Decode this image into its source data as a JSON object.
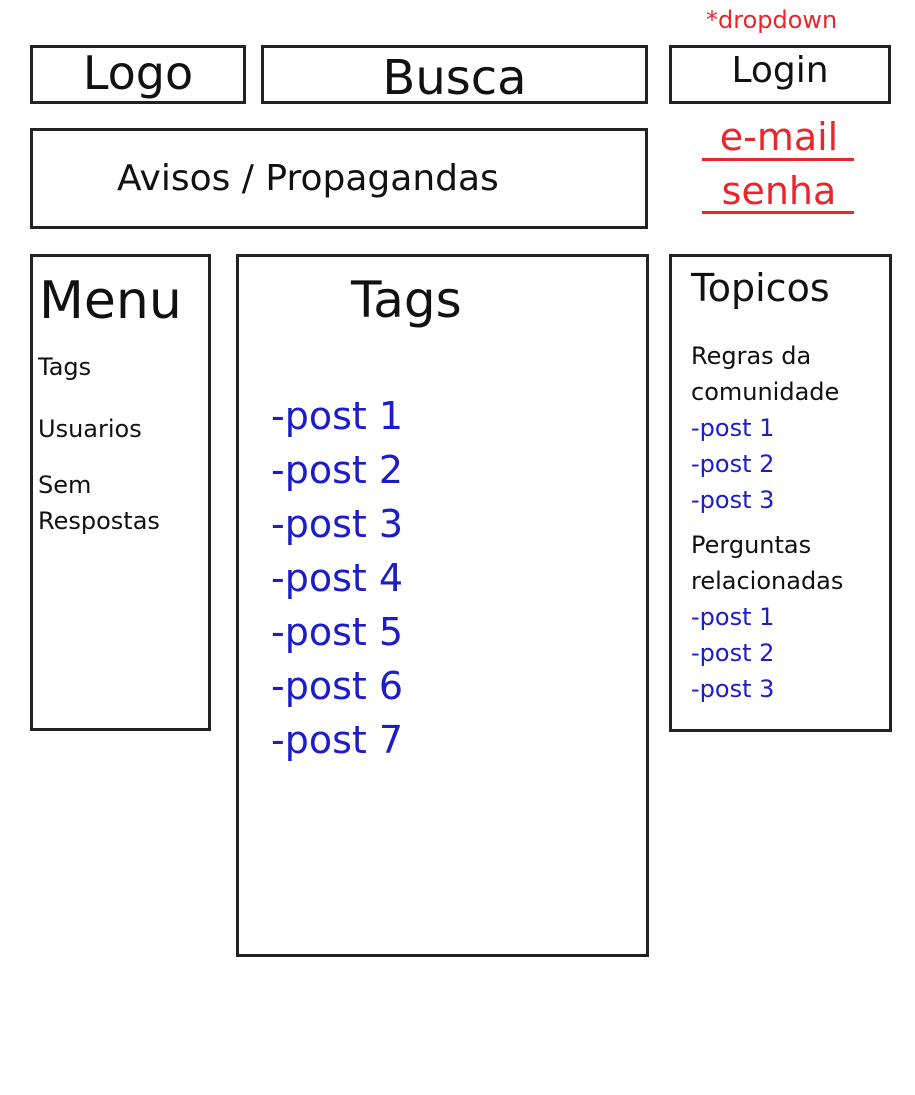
{
  "header": {
    "logo_label": "Logo",
    "search_label": "Busca",
    "login_label": "Login",
    "dropdown_note": "*dropdown"
  },
  "login_dropdown": {
    "email_label": "e-mail",
    "password_label": "senha"
  },
  "ads": {
    "label": "Avisos / Propagandas"
  },
  "menu": {
    "title": "Menu",
    "items": [
      {
        "label": "Tags"
      },
      {
        "label": "Usuarios"
      },
      {
        "label": "Sem Respostas"
      }
    ]
  },
  "tags": {
    "title": "Tags",
    "posts": [
      "-post 1",
      "-post 2",
      "-post 3",
      "-post 4",
      "-post 5",
      "-post 6",
      "-post 7"
    ]
  },
  "topicos": {
    "title": "Topicos",
    "sections": [
      {
        "heading": "Regras da comunidade",
        "heading_lines": [
          "Regras da",
          "comunidade"
        ],
        "posts": [
          "-post 1",
          "-post 2",
          "-post 3"
        ]
      },
      {
        "heading": "Perguntas relacionadas",
        "heading_lines": [
          "Perguntas",
          "relacionadas"
        ],
        "posts": [
          "-post 1",
          "-post 2",
          "-post 3"
        ]
      }
    ]
  },
  "colors": {
    "link": "#1c1cc9",
    "annotation": "#e8262c",
    "border": "#222222"
  }
}
